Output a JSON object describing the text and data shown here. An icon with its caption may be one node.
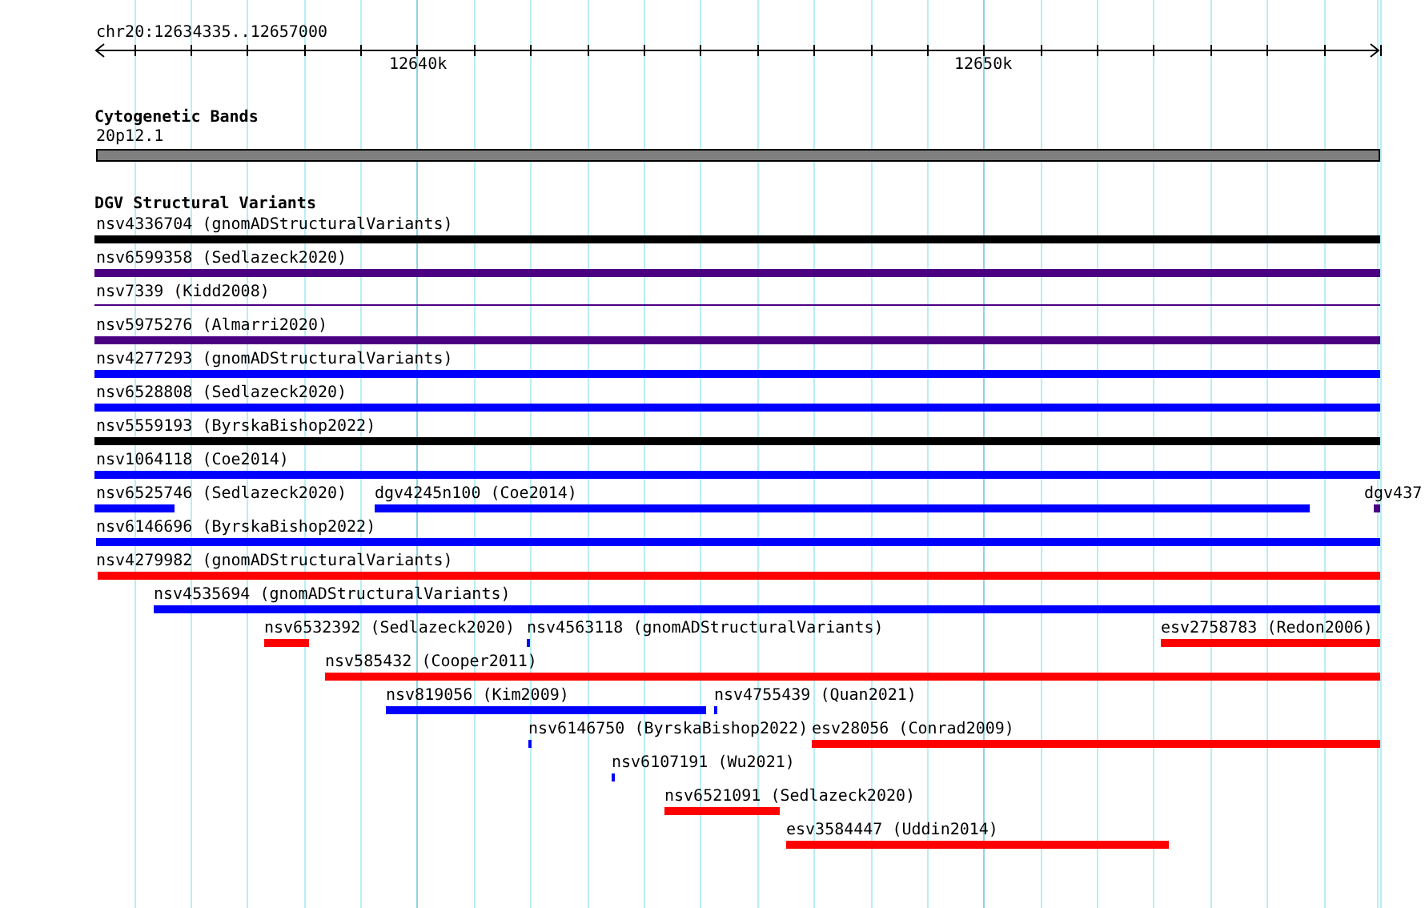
{
  "diagram": {
    "labels": [
      "chr20:12634335..12657000",
      "12640k",
      "12650k",
      "Cytogenetic Bands",
      "20p12.1",
      "DGV Structural Variants",
      "nsv4336704 (gnomADStructuralVariants)",
      "nsv6599358 (Sedlazeck2020)",
      "nsv7339 (Kidd2008)",
      "nsv5975276 (Almarri2020)",
      "nsv4277293 (gnomADStructuralVariants)",
      "nsv6528808 (Sedlazeck2020)",
      "nsv5559193 (ByrskaBishop2022)",
      "nsv1064118 (Coe2014)",
      "nsv6525746 (Sedlazeck2020)",
      "dgv4245n100 (Coe2014)",
      "dgv437",
      "nsv6146696 (ByrskaBishop2022)",
      "nsv4279982 (gnomADStructuralVariants)",
      "nsv4535694 (gnomADStructuralVariants)",
      "nsv6532392 (Sedlazeck2020)",
      "nsv4563118 (gnomADStructuralVariants)",
      "esv2758783 (Redon2006)",
      "nsv585432 (Cooper2011)",
      "nsv819056 (Kim2009)",
      "nsv4755439 (Quan2021)",
      "nsv6146750 (ByrskaBishop2022)",
      "esv28056 (Conrad2009)",
      "nsv6107191 (Wu2021)",
      "nsv6521091 (Sedlazeck2020)",
      "esv3584447 (Uddin2014)"
    ]
  }
}
